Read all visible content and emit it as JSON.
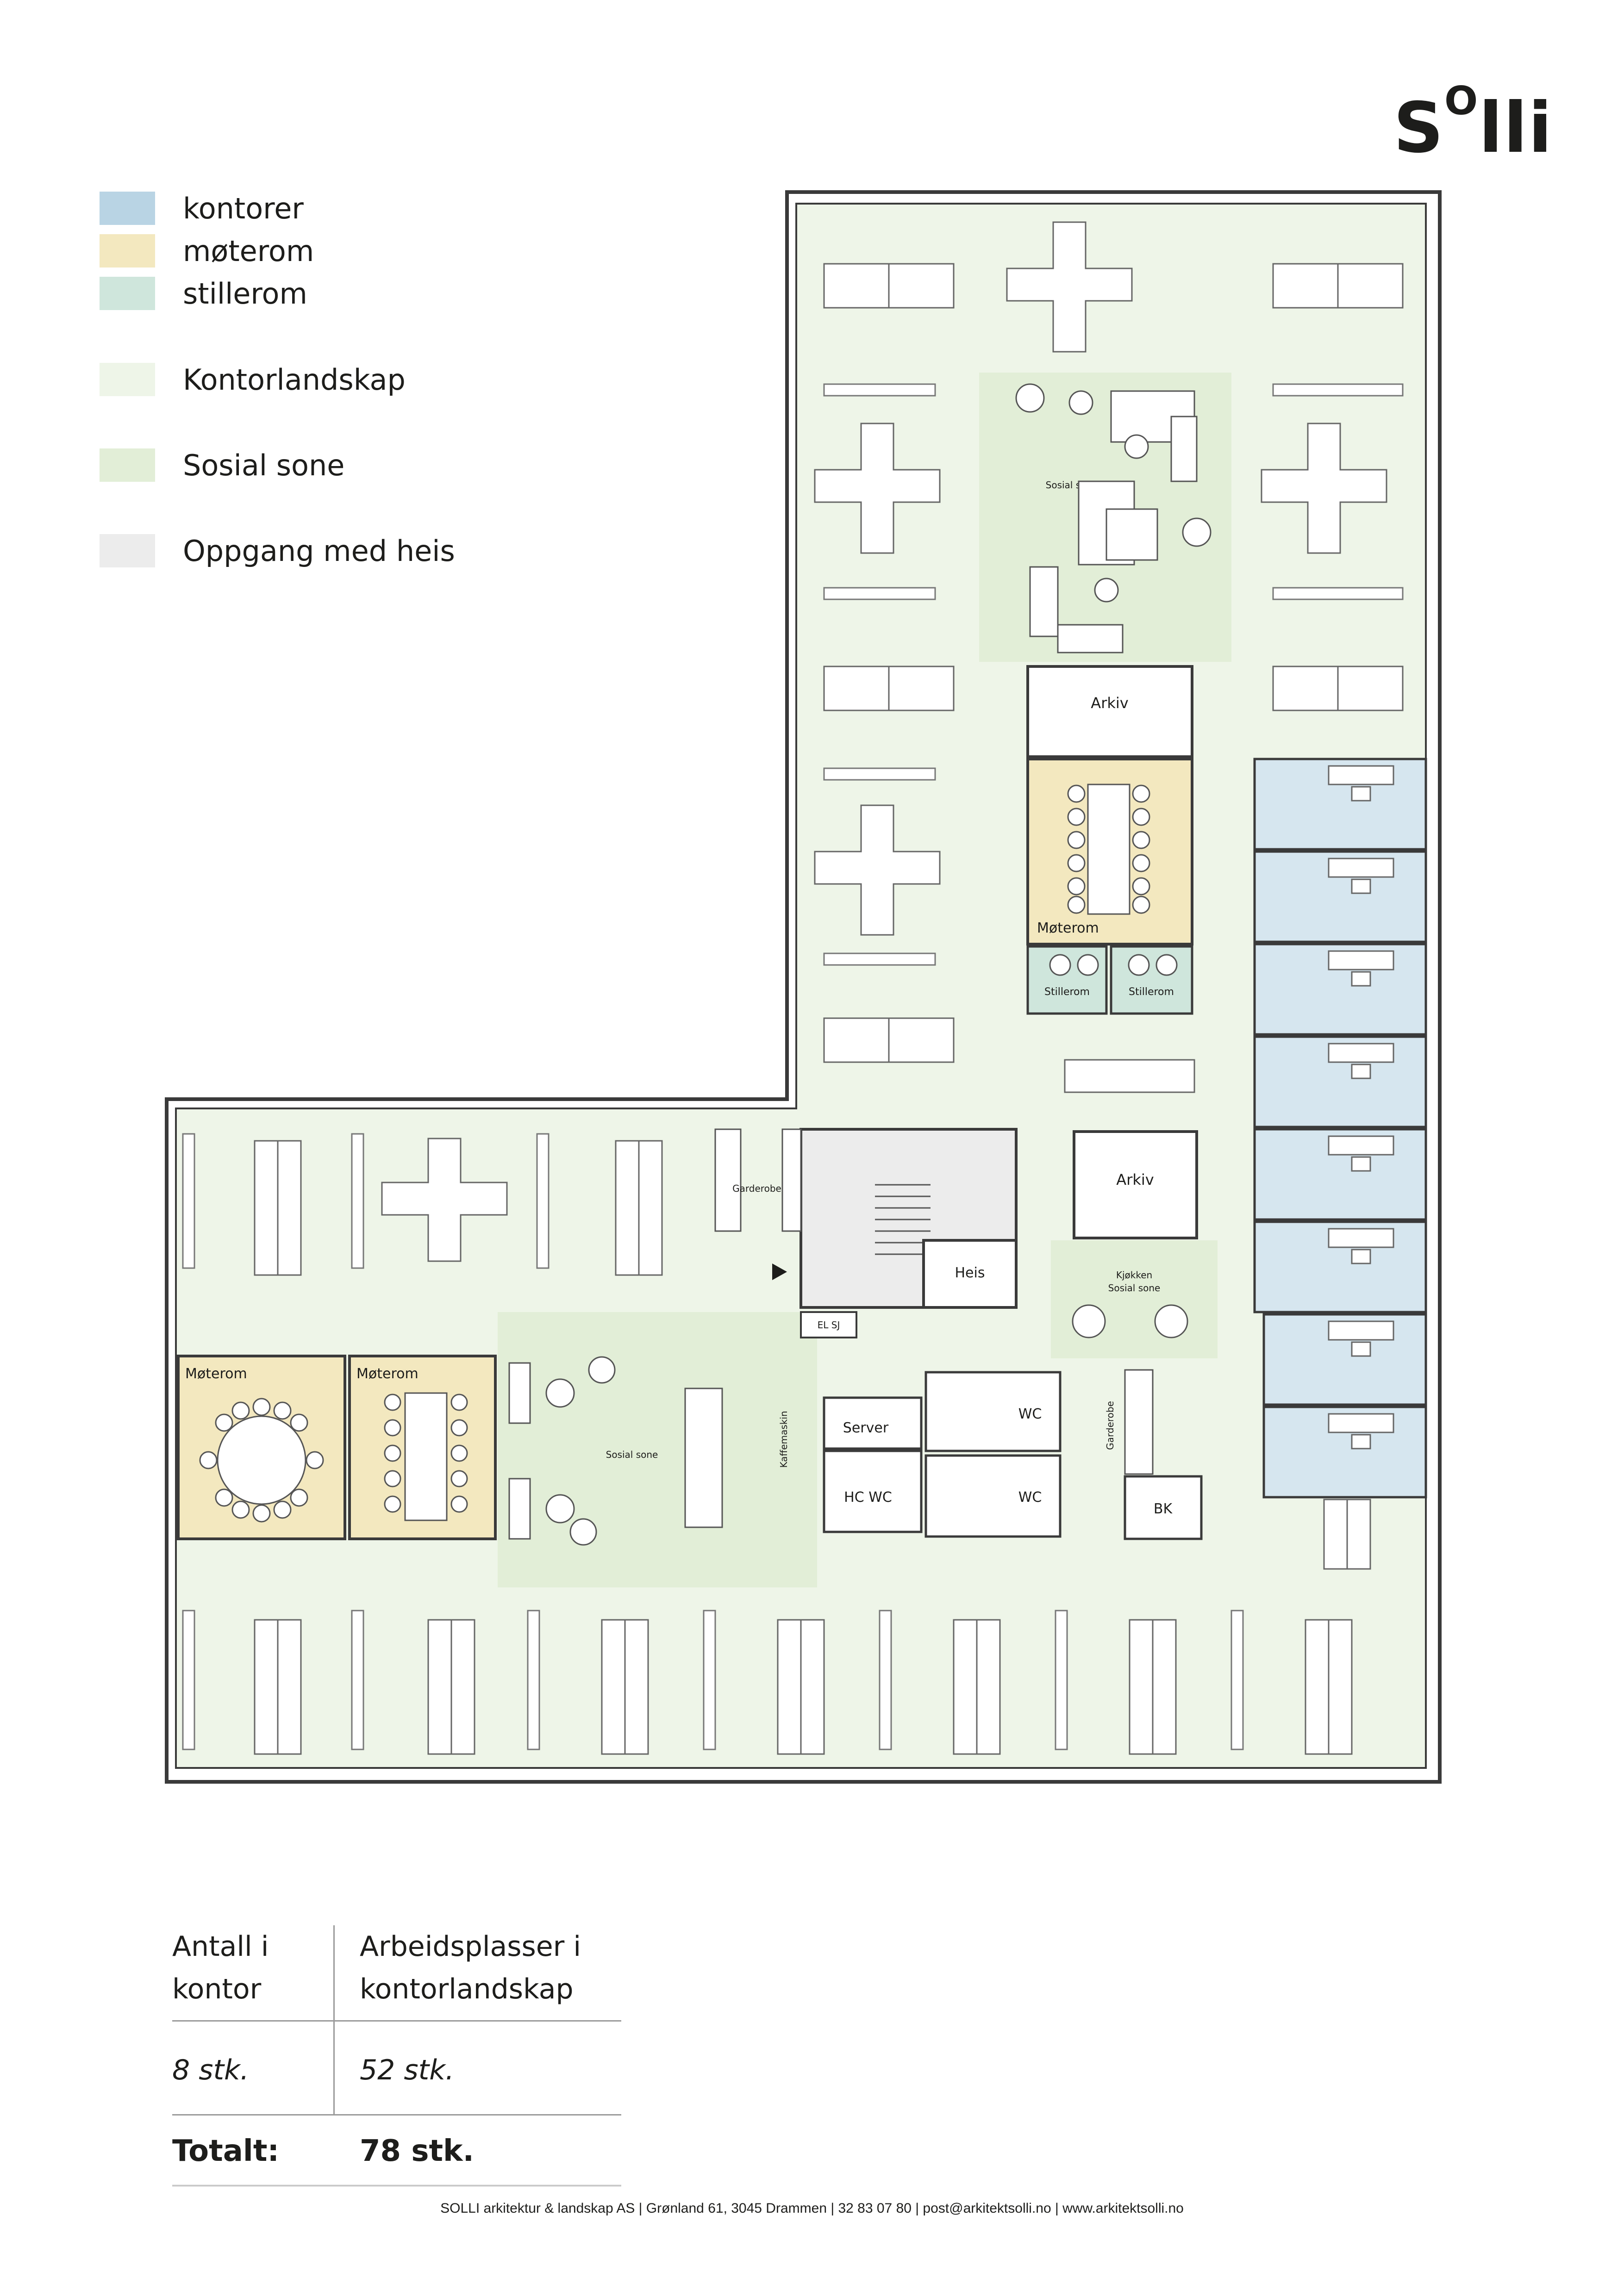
{
  "brand": {
    "logo_main": "S",
    "logo_sup": "O",
    "logo_end": "lli"
  },
  "legend": [
    {
      "label": "kontorer",
      "color": "#b9d4e4"
    },
    {
      "label": "møterom",
      "color": "#f3e8bf"
    },
    {
      "label": "stillerom",
      "color": "#cfe6dc"
    },
    {
      "label": "Kontorlandskap",
      "color": "#eef5e8"
    },
    {
      "label": "Sosial sone",
      "color": "#e2eed7"
    },
    {
      "label": "Oppgang med heis",
      "color": "#ececec"
    }
  ],
  "rooms": {
    "arkiv_top": "Arkiv",
    "arkiv_mid": "Arkiv",
    "moterom_right": "Møterom",
    "stillerom_1": "Stillerom",
    "stillerom_2": "Stillerom",
    "moterom_left_1": "Møterom",
    "moterom_left_2": "Møterom",
    "sosial_sone_top": "Sosial sone",
    "sosial_sone_bottom": "Sosial sone",
    "kjokken": "Kjøkken",
    "kjokken_sosial": "Sosial sone",
    "heis": "Heis",
    "garderobe_1": "Garderobe",
    "garderobe_2": "Garderobe",
    "el_sj": "EL SJ",
    "server": "Server",
    "hc_wc": "HC WC",
    "wc_1": "WC",
    "wc_2": "WC",
    "bk": "BK",
    "kaffemaskin": "Kaffemaskin"
  },
  "summary": {
    "col1_header": [
      "Antall i",
      "kontor"
    ],
    "col2_header": [
      "Arbeidsplasser i",
      "kontorlandskap"
    ],
    "col1_value": "8 stk.",
    "col2_value": "52 stk.",
    "total_label": "Totalt:",
    "total_value": "78 stk."
  },
  "footer": "SOLLI arkitektur & landskap AS | Grønland 61, 3045 Drammen | 32 83 07 80 | post@arkitektsolli.no | www.arkitektsolli.no"
}
